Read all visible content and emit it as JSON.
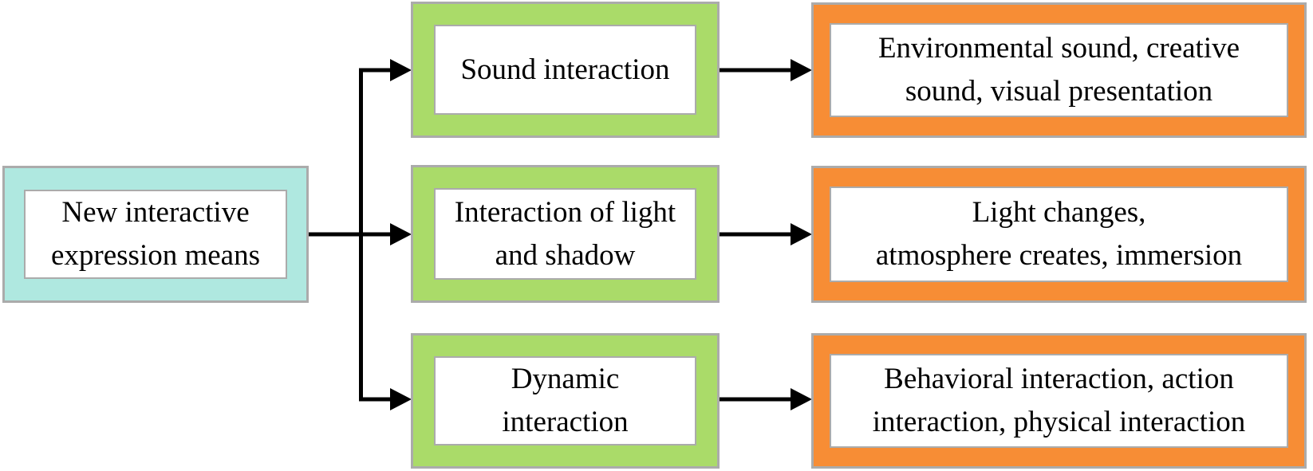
{
  "diagram": {
    "root": {
      "label_lines": [
        "New interactive",
        "expression means"
      ]
    },
    "branches": [
      {
        "category": {
          "label_lines": [
            "Sound interaction"
          ]
        },
        "outcomes": {
          "label_lines": [
            "Environmental sound, creative",
            "sound, visual presentation"
          ]
        }
      },
      {
        "category": {
          "label_lines": [
            "Interaction of light",
            "and shadow"
          ]
        },
        "outcomes": {
          "label_lines": [
            "Light changes,",
            "atmosphere creates, immersion"
          ]
        }
      },
      {
        "category": {
          "label_lines": [
            "Dynamic",
            "interaction"
          ]
        },
        "outcomes": {
          "label_lines": [
            "Behavioral interaction, action",
            "interaction, physical interaction"
          ]
        }
      }
    ],
    "colors": {
      "background": "#FFFFFF",
      "root_fill": "#AFE8E0",
      "category_fill": "#AADB69",
      "outcome_fill": "#F78D35",
      "box_border": "#ABABAB",
      "inner_fill": "#FFFFFF",
      "arrow": "#000000",
      "text": "#000000"
    }
  }
}
